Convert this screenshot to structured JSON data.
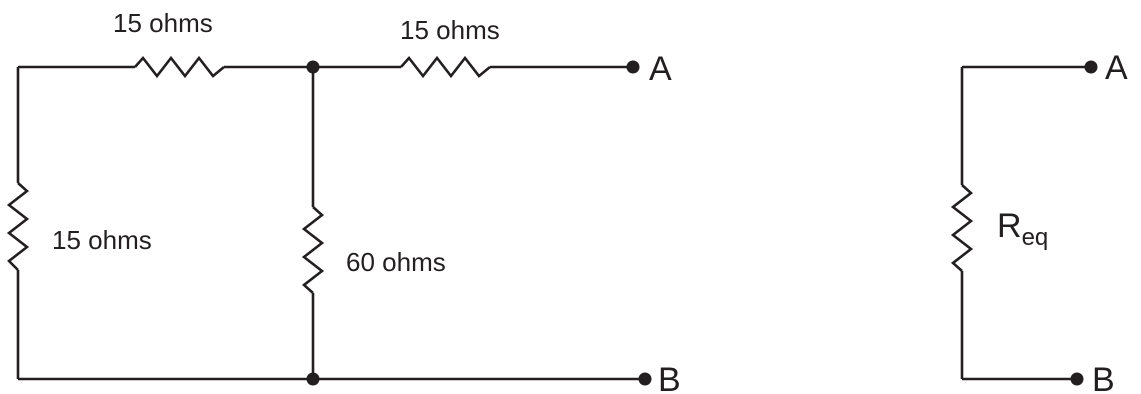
{
  "circuit": {
    "resistors": {
      "top_left": "15 ohms",
      "top_right": "15 ohms",
      "left_vertical": "15 ohms",
      "middle_vertical": "60 ohms"
    },
    "terminals": {
      "a": "A",
      "b": "B"
    }
  },
  "equivalent": {
    "label_main": "R",
    "label_sub": "eq",
    "terminals": {
      "a": "A",
      "b": "B"
    }
  },
  "colors": {
    "ink": "#231f20",
    "background": "#ffffff"
  }
}
